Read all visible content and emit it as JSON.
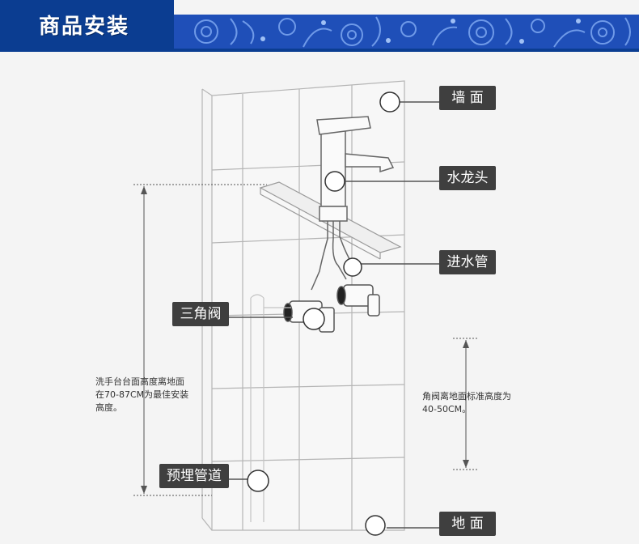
{
  "header": {
    "title": "商品安装",
    "colors": {
      "banner": "#0b3d91",
      "pattern": "#2457c4"
    }
  },
  "labels": {
    "wall": "墙 面",
    "faucet": "水龙头",
    "inlet_pipe": "进水管",
    "angle_valve": "三角阀",
    "embedded_pipe": "预埋管道",
    "floor": "地 面"
  },
  "notes": {
    "basin_height": [
      "洗手台台面高度离地面",
      "在70-87CM为最佳安装",
      "高度。"
    ],
    "valve_height": [
      "角阀离地面标准高度为",
      "40-50CM。"
    ]
  },
  "icons": {
    "callout_marker": "circle-marker-icon",
    "dimension_arrow": "arrow-icon"
  }
}
